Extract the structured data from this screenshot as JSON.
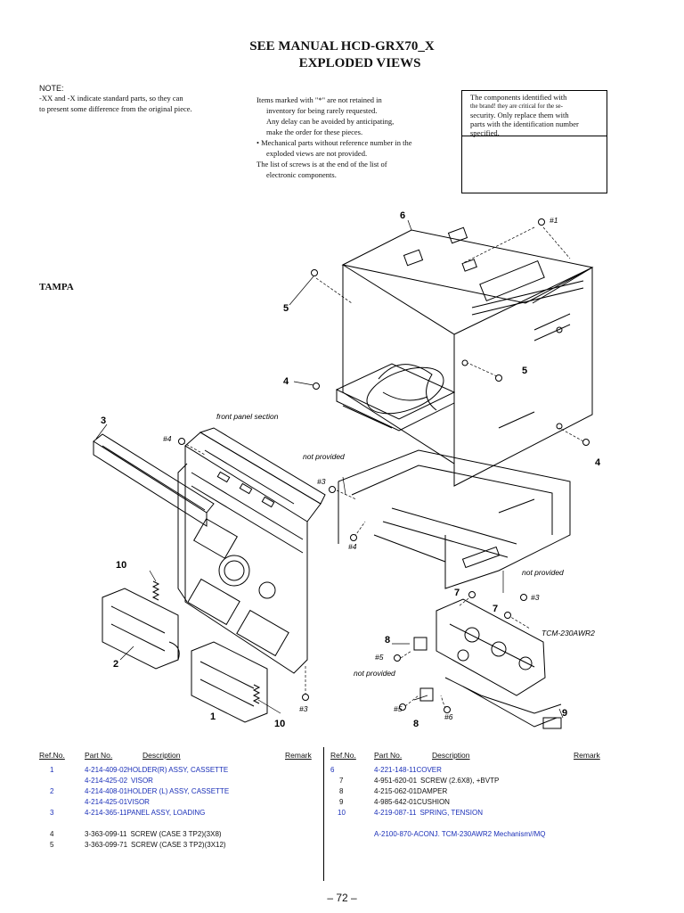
{
  "header": {
    "title_line1": "SEE MANUAL HCD-GRX70_X",
    "title_line2": "EXPLODED VIEWS"
  },
  "notes": {
    "note_label": "NOTE:",
    "note_line1": "-XX and -X indicate standard parts, so they can",
    "note_line2": "to present some difference from the original piece.",
    "mid_lines": [
      "Items marked with \"*\" are not retained in",
      "inventory for being rarely requested.",
      "Any delay can be avoided by anticipating,",
      "make the order for these pieces.",
      "• Mechanical parts without reference number in the",
      "exploded views are not provided.",
      "The list of screws is at the end of the list of",
      "electronic components."
    ],
    "box_lines": [
      "The components identified with",
      "the brand! they are critical for the se-",
      "security. Only replace them with",
      "parts with the identification number",
      "specified."
    ]
  },
  "diagram": {
    "section_label": "TAMPA",
    "callouts": {
      "c1": "1",
      "c2": "2",
      "c3": "3",
      "c4a": "4",
      "c4b": "4",
      "c5a": "5",
      "c5b": "5",
      "c6": "6",
      "c7a": "7",
      "c7b": "7",
      "c8a": "8",
      "c8b": "8",
      "c9": "9",
      "c10a": "10",
      "c10b": "10"
    },
    "screws": {
      "s1": "#1",
      "s3a": "#3",
      "s3b": "#3",
      "s3c": "#3",
      "s4a": "#4",
      "s4b": "#4",
      "s5a": "#5",
      "s5b": "#5",
      "s6": "#6"
    },
    "labels": {
      "front_panel": "front panel section",
      "not_provided_1": "not provided",
      "not_provided_2": "not provided",
      "not_provided_3": "not provided",
      "mechanism": "TCM-230AWR2"
    }
  },
  "parts_table": {
    "headers": {
      "ref": "Ref.No.",
      "part": "Part No.",
      "desc": "Description",
      "remark": "Remark"
    },
    "left_rows": [
      {
        "ref": "1",
        "part": "4-214-409-02",
        "desc": "HOLDER(R) ASSY, CASSETTE",
        "blue": true
      },
      {
        "ref": "",
        "part": "4-214-425-02",
        "desc": "VISOR",
        "blue": true
      },
      {
        "ref": "2",
        "part": "4-214-408-01",
        "desc": "HOLDER (L) ASSY, CASSETTE",
        "blue": true
      },
      {
        "ref": "",
        "part": "4-214-425-01",
        "desc": "VISOR",
        "blue": true
      },
      {
        "ref": "3",
        "part": "4-214-365-11",
        "desc": "PANEL ASSY, LOADING",
        "blue": true
      },
      {
        "ref": "4",
        "part": "3-363-099-11",
        "desc": "SCREW (CASE 3 TP2)(3X8)",
        "blue": false
      },
      {
        "ref": "5",
        "part": "3-363-099-71",
        "desc": "SCREW (CASE 3 TP2)(3X12)",
        "blue": false
      }
    ],
    "right_rows": [
      {
        "ref": "6",
        "part": "4-221-148-11",
        "desc": "COVER",
        "blue": true
      },
      {
        "ref": "7",
        "part": "4-951-620-01",
        "desc": "SCREW (2.6X8), +BVTP",
        "blue": false
      },
      {
        "ref": "8",
        "part": "4-215-062-01",
        "desc": "DAMPER",
        "blue": false
      },
      {
        "ref": "9",
        "part": "4-985-642-01",
        "desc": "CUSHION",
        "blue": false
      },
      {
        "ref": "10",
        "part": "4-219-087-11",
        "desc": "SPRING, TENSION",
        "blue": true
      },
      {
        "ref": "",
        "part": "A-2100-870-A",
        "desc": "CONJ. TCM-230AWR2 Mechanism//MQ",
        "blue": true
      }
    ]
  },
  "footer": {
    "page_number": "– 72 –"
  },
  "colors": {
    "link_blue": "#1a2fb8",
    "ink": "#111111"
  }
}
